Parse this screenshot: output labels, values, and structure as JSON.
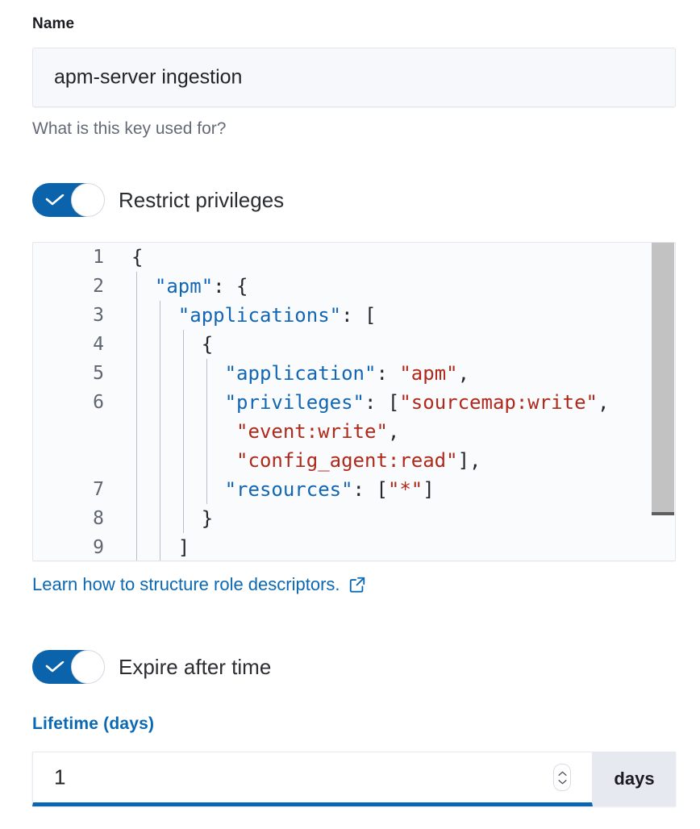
{
  "name_field": {
    "label": "Name",
    "value": "apm-server ingestion",
    "help_text": "What is this key used for?"
  },
  "restrict_privileges": {
    "label": "Restrict privileges",
    "enabled": true,
    "icon": "check-icon"
  },
  "editor": {
    "language": "json",
    "colors": {
      "key": "#1266b3",
      "string": "#b0291b",
      "punctuation": "#24262b",
      "line_number": "#5f6671",
      "background": "#fafbfd"
    },
    "lines": [
      {
        "number": "1",
        "indent": 0,
        "tokens": [
          {
            "t": "punct",
            "v": "{"
          }
        ]
      },
      {
        "number": "2",
        "indent": 2,
        "tokens": [
          {
            "t": "key",
            "v": "\"apm\""
          },
          {
            "t": "punct",
            "v": ": {"
          }
        ]
      },
      {
        "number": "3",
        "indent": 4,
        "tokens": [
          {
            "t": "key",
            "v": "\"applications\""
          },
          {
            "t": "punct",
            "v": ": ["
          }
        ]
      },
      {
        "number": "4",
        "indent": 6,
        "tokens": [
          {
            "t": "punct",
            "v": "{"
          }
        ]
      },
      {
        "number": "5",
        "indent": 8,
        "tokens": [
          {
            "t": "key",
            "v": "\"application\""
          },
          {
            "t": "punct",
            "v": ": "
          },
          {
            "t": "str",
            "v": "\"apm\""
          },
          {
            "t": "punct",
            "v": ","
          }
        ]
      },
      {
        "number": "6",
        "indent": 8,
        "tokens": [
          {
            "t": "key",
            "v": "\"privileges\""
          },
          {
            "t": "punct",
            "v": ": ["
          },
          {
            "t": "str",
            "v": "\"sourcemap:write\""
          },
          {
            "t": "punct",
            "v": ","
          }
        ]
      },
      {
        "number": "",
        "indent": 9,
        "wrapped": true,
        "tokens": [
          {
            "t": "str",
            "v": "\"event:write\""
          },
          {
            "t": "punct",
            "v": ","
          }
        ]
      },
      {
        "number": "",
        "indent": 9,
        "wrapped": true,
        "tokens": [
          {
            "t": "str",
            "v": "\"config_agent:read\""
          },
          {
            "t": "punct",
            "v": "],"
          }
        ]
      },
      {
        "number": "7",
        "indent": 8,
        "tokens": [
          {
            "t": "key",
            "v": "\"resources\""
          },
          {
            "t": "punct",
            "v": ": ["
          },
          {
            "t": "str",
            "v": "\"*\""
          },
          {
            "t": "punct",
            "v": "]"
          }
        ]
      },
      {
        "number": "8",
        "indent": 6,
        "tokens": [
          {
            "t": "punct",
            "v": "}"
          }
        ]
      },
      {
        "number": "9",
        "indent": 4,
        "tokens": [
          {
            "t": "punct",
            "v": "]"
          }
        ]
      }
    ]
  },
  "docs_link": {
    "text": "Learn how to structure role descriptors.",
    "icon": "external-link-icon"
  },
  "expire_after_time": {
    "label": "Expire after time",
    "enabled": true,
    "icon": "check-icon"
  },
  "lifetime": {
    "label": "Lifetime (days)",
    "value": "1",
    "unit": "days",
    "spinner_icons": [
      "chevron-up-icon",
      "chevron-down-icon"
    ]
  }
}
